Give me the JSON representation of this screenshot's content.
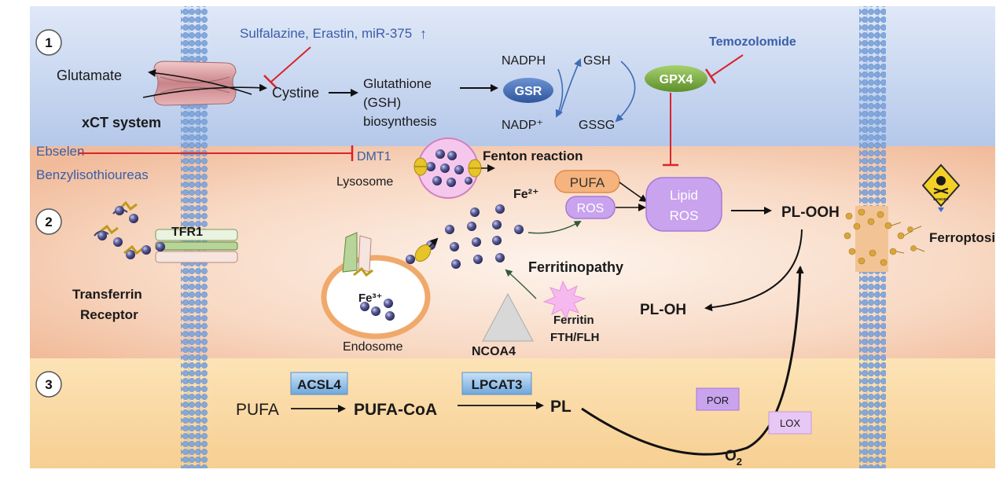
{
  "steps": [
    "1",
    "2",
    "3"
  ],
  "top": {
    "inhibitors": "Sulfalazine, Erastin, miR-375",
    "up_arrow": "↑",
    "glutamate": "Glutamate",
    "xct": "xCT system",
    "cystine": "Cystine",
    "gsh_biosynthesis": [
      "Glutathione",
      "(GSH)",
      "biosynthesis"
    ],
    "nadph": "NADPH",
    "nadp": "NADP⁺",
    "gsr": "GSR",
    "gsh": "GSH",
    "gssg": "GSSG",
    "gpx4": "GPX4",
    "temozolomide": "Temozolomide"
  },
  "middle": {
    "ebselen": "Ebselen",
    "benzyl": "Benzylisothioureas",
    "dmt1": "DMT1",
    "lysosome": "Lysosome",
    "fenton": "Fenton reaction",
    "fe2": "Fe²⁺",
    "pufa": "PUFA",
    "ros": "ROS",
    "lipid_ros": [
      "Lipid",
      "ROS"
    ],
    "pl_ooh": "PL-OOH",
    "pl_oh": "PL-OH",
    "tfr1": "TFR1",
    "transferrin_receptor": [
      "Transferrin",
      "Receptor"
    ],
    "fe3": "Fe³⁺",
    "endosome": "Endosome",
    "ferritinopathy": "Ferritinopathy",
    "ferritin": [
      "Ferritin",
      "FTH/FLH"
    ],
    "ncoa4": "NCOA4",
    "ferroptosis": "Ferroptosis",
    "danger": "DANGER"
  },
  "bottom": {
    "pufa": "PUFA",
    "acsl4": "ACSL4",
    "pufa_coa": "PUFA-CoA",
    "lpcat3": "LPCAT3",
    "pl": "PL",
    "por": "POR",
    "lox": "LOX",
    "o2": "O",
    "o2_sub": "2"
  },
  "colors": {
    "top_band": "#c9d8f0",
    "middle_band": "#f6c9ad",
    "bottom_band": "#f9d9a4",
    "membrane": "#7a9fd6",
    "inhibit": "#d9242b",
    "blue_label": "#3a5ea8",
    "gsr": "#3f6bb5",
    "gpx4": "#74aa3c",
    "purple_box": "#c9a3ee",
    "orange_box": "#f5b37d",
    "enzyme_box": "#8ec0ea"
  }
}
